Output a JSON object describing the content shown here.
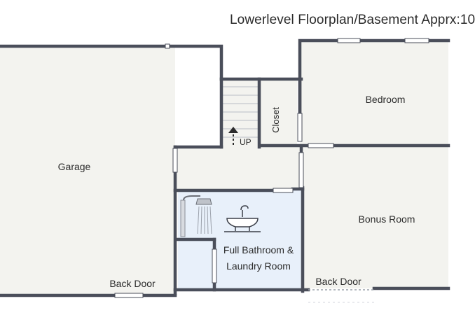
{
  "title": "Lowerlevel Floorplan/Basement Apprx:10",
  "colors": {
    "wall": "#4a4e5a",
    "floor": "#f3f3ef",
    "bath_floor": "#e8f0fa",
    "door": "#ffffff",
    "text": "#2b2b2b"
  },
  "rooms": {
    "garage": "Garage",
    "closet": "Closet",
    "bedroom": "Bedroom",
    "bonus_room": "Bonus Room",
    "bathroom_line1": "Full Bathroom &",
    "bathroom_line2": "Laundry Room",
    "back_door_left": "Back Door",
    "back_door_right": "Back Door",
    "stairs_up": "UP"
  },
  "icons": {
    "shower": "shower-icon",
    "sink": "sink-icon",
    "stairs_arrow": "arrow-up-icon"
  }
}
